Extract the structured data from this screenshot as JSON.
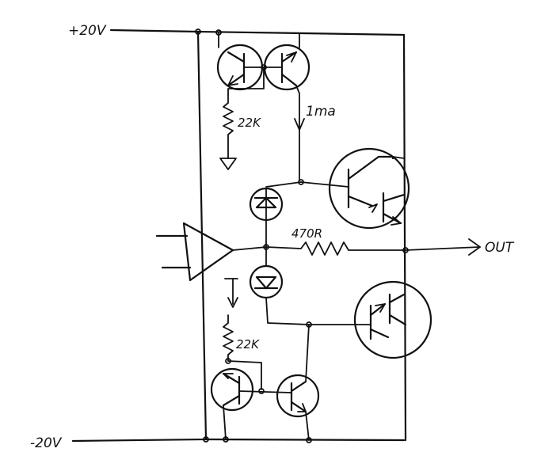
{
  "labels": {
    "supply_positive": "+20V",
    "supply_negative": "-20V",
    "output": "OUT",
    "current_top": "1ma",
    "resistor_top": "22K",
    "resistor_bottom": "22K",
    "resistor_feedback": "470R"
  },
  "colors": {
    "ink": "#111111",
    "paper": "#ffffff"
  }
}
